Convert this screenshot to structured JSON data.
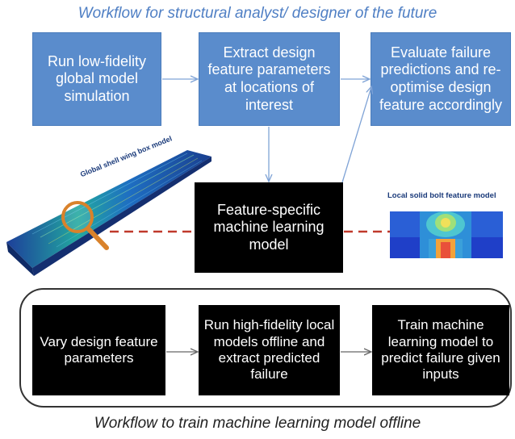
{
  "top_title": "Workflow for structural analyst/ designer of the future",
  "bottom_title": "Workflow to train machine learning model offline",
  "top_boxes": [
    {
      "label": "Run low-fidelity global model simulation"
    },
    {
      "label": "Extract design feature parameters at locations of interest"
    },
    {
      "label": "Evaluate failure predictions and re-optimise design feature accordingly"
    }
  ],
  "center_box": {
    "label": "Feature-specific machine learning model"
  },
  "offline_boxes": [
    {
      "label": "Vary design feature parameters"
    },
    {
      "label": "Run high-fidelity local models offline and extract predicted failure"
    },
    {
      "label": "Train machine learning model to predict failure given inputs"
    }
  ],
  "left_image_label": "Global shell wing box model",
  "right_image_label": "Local solid bolt feature model",
  "colors": {
    "blue_box": "#5a8ccc",
    "arrow": "#7fa3d6",
    "dashed": "#c0392b",
    "magnifier": "#d9822b"
  }
}
